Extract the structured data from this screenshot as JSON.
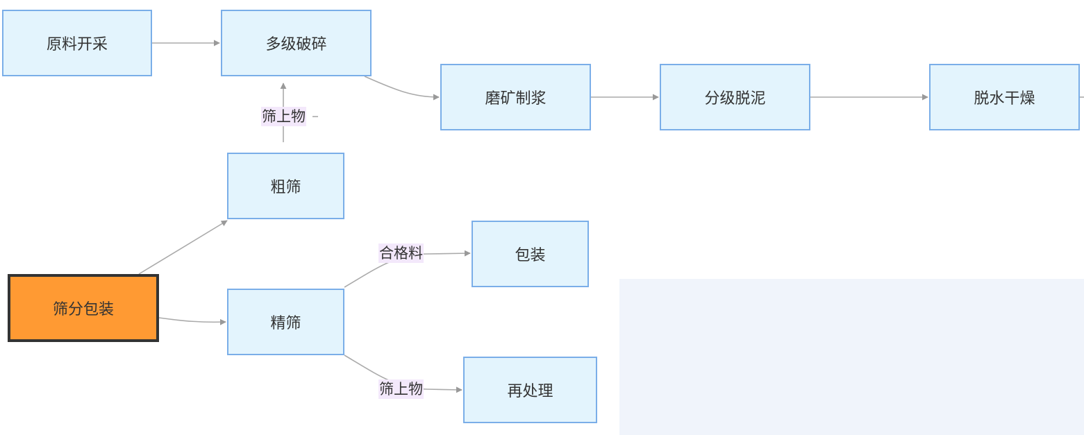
{
  "diagram": {
    "nodes": {
      "yuanliao": "原料开采",
      "posui": "多级破碎",
      "moke": "磨矿制浆",
      "fenji": "分级脱泥",
      "tuoshui": "脱水干燥",
      "shaifen": "筛分包装",
      "cushai": "粗筛",
      "jingshai": "精筛",
      "baozhuang": "包装",
      "chuli": "再处理"
    },
    "edge_labels": {
      "cushai_to_posui": "筛上物",
      "jingshai_to_baozhuang": "合格料",
      "jingshai_to_chuli": "筛上物"
    },
    "colors": {
      "node_fill": "#e3f4fd",
      "node_border": "#7aaee8",
      "highlight_fill": "#ff9a33",
      "highlight_border": "#333333",
      "edge": "#aaaaaa",
      "label_bg": "#f3e8fb",
      "panel_bg": "#f0f4fb"
    }
  }
}
